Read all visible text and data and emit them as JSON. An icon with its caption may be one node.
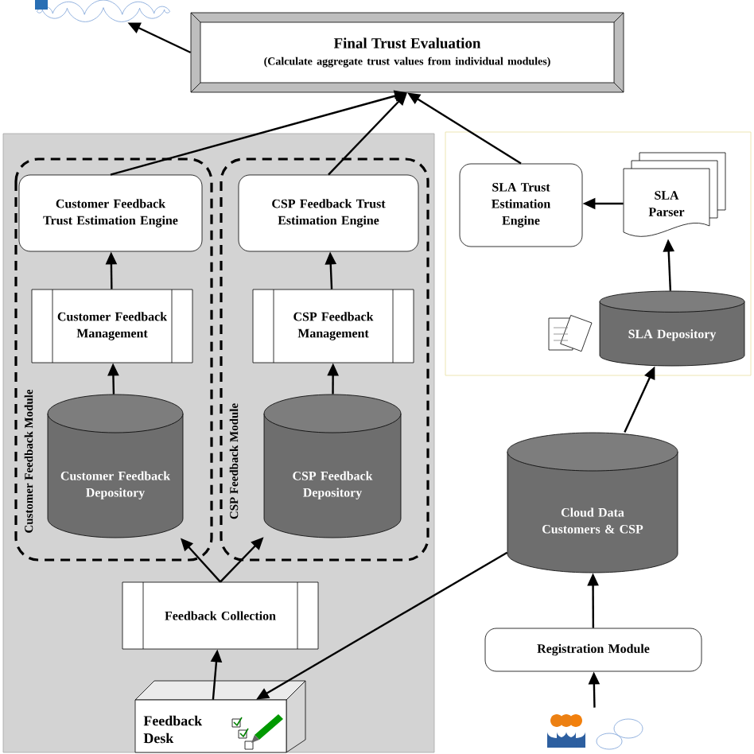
{
  "diagram": {
    "nodes": [
      {
        "text": [],
        "shape": "cloud"
      },
      {
        "text": [
          "Final Trust Evaluation",
          "(Calculate aggregate trust values from individual modules)"
        ]
      },
      {
        "text": [],
        "shape": "box"
      },
      {
        "text": [
          "Customer Feedback Module"
        ],
        "in": 2
      },
      {
        "text": [
          "Customer Feedback Trust Estimation Engine"
        ],
        "in": 3
      },
      {
        "text": [
          "Customer Feedback Management"
        ],
        "in": 3
      },
      {
        "text": [
          "Customer Feedback Depository"
        ],
        "in": 3
      },
      {
        "text": [
          "CSP Feedback Module"
        ],
        "in": 2
      },
      {
        "text": [
          "CSP Feedback Trust Estimation Engine"
        ],
        "in": 7
      },
      {
        "text": [
          "CSP Feedback Management"
        ],
        "in": 7
      },
      {
        "text": [
          "CSP Feedback Depository"
        ],
        "in": 7
      },
      {
        "text": [
          "Feedback Collection"
        ],
        "in": 2
      },
      {
        "text": [
          "Feedback Desk"
        ],
        "in": 2
      },
      {
        "text": [],
        "shape": "box"
      },
      {
        "text": [
          "SLA Trust Estimation Engine"
        ],
        "in": 13
      },
      {
        "text": [
          "SLA Parser"
        ],
        "in": 13
      },
      {
        "text": [
          "SLA Depository"
        ],
        "in": 13
      },
      {
        "text": [
          "Cloud Data Customers & CSP"
        ]
      },
      {
        "text": [
          "Registration Module"
        ]
      },
      {
        "text": [],
        "shape": "person"
      }
    ],
    "edges": [
      {
        "from": 1,
        "to": 0,
        "arrow": "to"
      },
      {
        "from": 4,
        "to": 1,
        "arrow": "to"
      },
      {
        "from": 8,
        "to": 1,
        "arrow": "to"
      },
      {
        "from": 14,
        "to": 1,
        "arrow": "to"
      },
      {
        "from": 5,
        "to": 4,
        "arrow": "to"
      },
      {
        "from": 9,
        "to": 8,
        "arrow": "to"
      },
      {
        "from": 6,
        "to": 5,
        "arrow": "to"
      },
      {
        "from": 10,
        "to": 9,
        "arrow": "to"
      },
      {
        "from": 11,
        "to": 6,
        "arrow": "to"
      },
      {
        "from": 11,
        "to": 10,
        "arrow": "to"
      },
      {
        "from": 12,
        "to": 11,
        "arrow": "to"
      },
      {
        "from": 17,
        "to": 12,
        "arrow": "to"
      },
      {
        "from": 17,
        "to": 16,
        "arrow": "to"
      },
      {
        "from": 18,
        "to": 17,
        "arrow": "to"
      },
      {
        "from": 19,
        "to": 18,
        "arrow": "to"
      },
      {
        "from": 15,
        "to": 14,
        "arrow": "to"
      },
      {
        "from": 16,
        "to": 15,
        "arrow": "to"
      }
    ]
  }
}
